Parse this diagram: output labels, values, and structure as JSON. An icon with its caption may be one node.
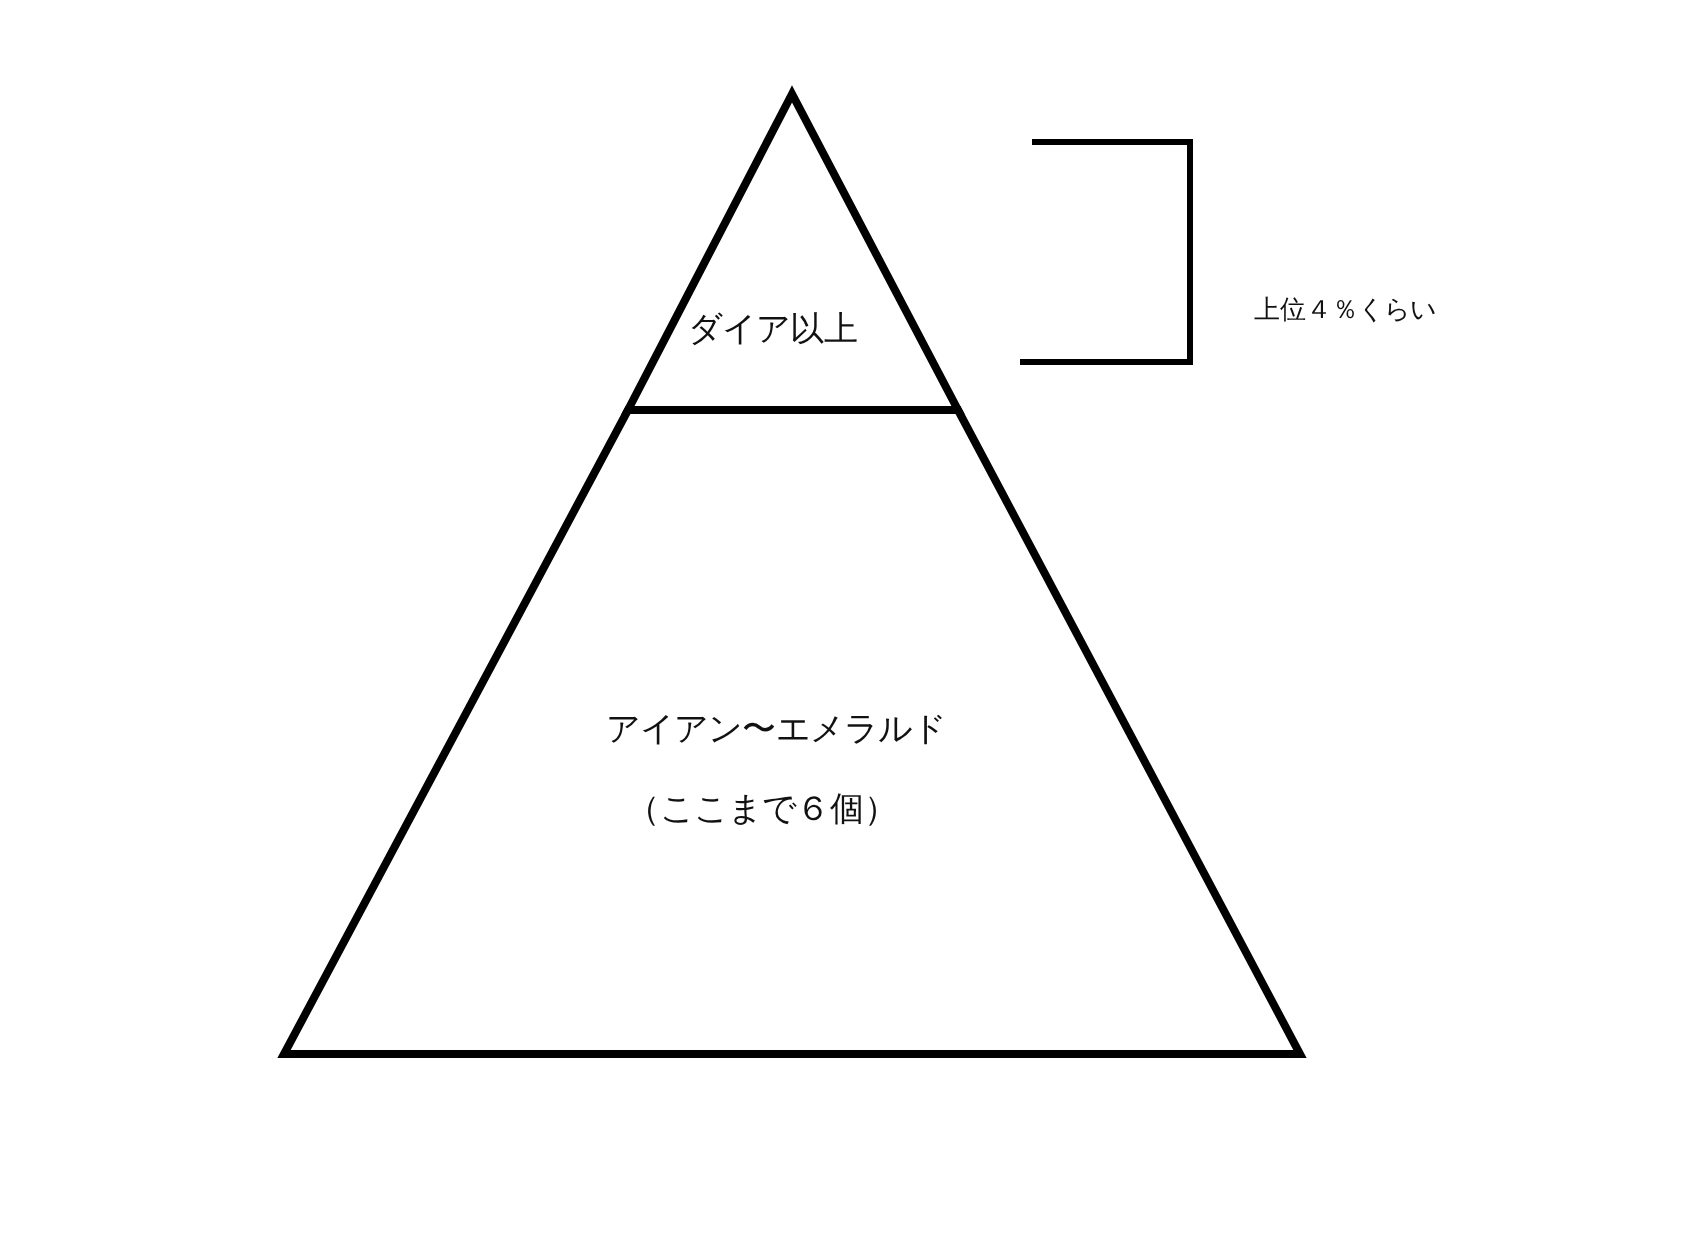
{
  "diagram": {
    "nodes": [
      {
        "text": [
          "ダイア以上"
        ]
      },
      {
        "text": [
          "アイアン〜エメラルド",
          "（ここまで６個）"
        ]
      }
    ],
    "labels": [
      "上位４％くらい"
    ]
  }
}
